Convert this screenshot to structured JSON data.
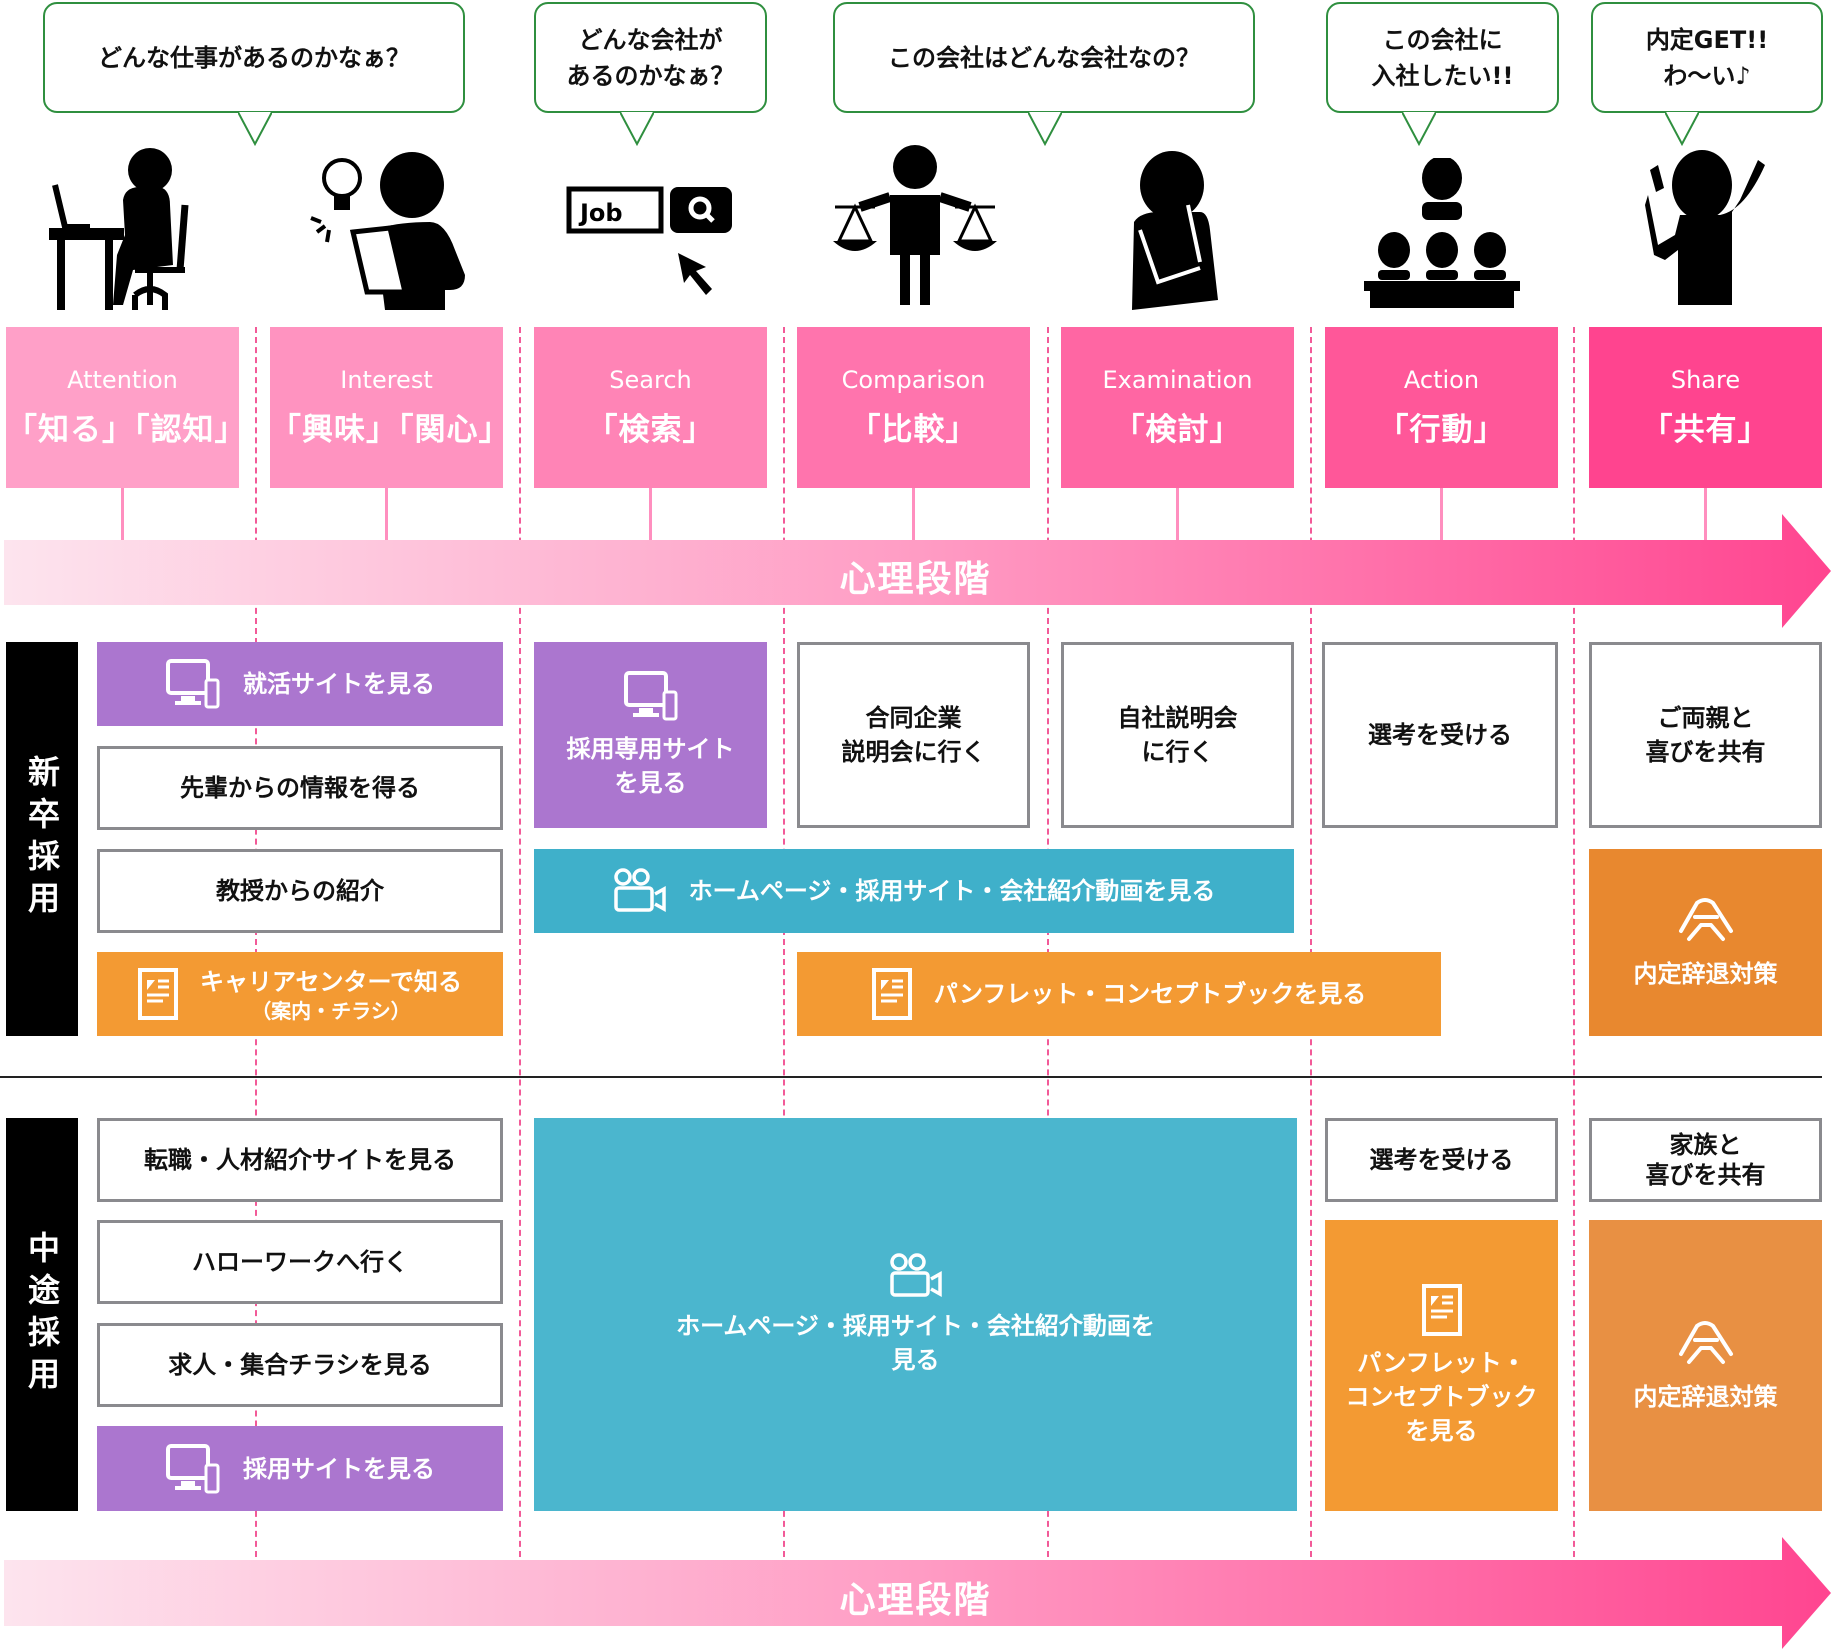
{
  "bubbles": [
    {
      "text": "どんな仕事があるのかなぁ？"
    },
    {
      "text": "どんな会社が\nあるのかなぁ？"
    },
    {
      "text": "この会社はどんな会社なの？"
    },
    {
      "text": "この会社に\n入社したい!!"
    },
    {
      "text": "内定GET!!\nわ〜い♪"
    }
  ],
  "search_icon_text": "Job",
  "stages": [
    {
      "en": "Attention",
      "ja": "「知る」「認知」",
      "color": "#FFA0C8"
    },
    {
      "en": "Interest",
      "ja": "「興味」「関心」",
      "color": "#FF93C0"
    },
    {
      "en": "Search",
      "ja": "「検索」",
      "color": "#FF84B6"
    },
    {
      "en": "Comparison",
      "ja": "「比較」",
      "color": "#FF74AD"
    },
    {
      "en": "Examination",
      "ja": "「検討」",
      "color": "#FF66A3"
    },
    {
      "en": "Action",
      "ja": "「行動」",
      "color": "#FF5799"
    },
    {
      "en": "Share",
      "ja": "「共有」",
      "color": "#FF448F"
    }
  ],
  "arrow_label": "心理段階",
  "new_grad": {
    "label": "新卒採用",
    "items": {
      "job_site": "就活サイトを見る",
      "senpai": "先輩からの情報を得る",
      "professor": "教授からの紹介",
      "career_center": "キャリアセンターで知る",
      "career_center_sub": "（案内・チラシ）",
      "recruit_site": "採用専用サイト\nを見る",
      "joint_seminar": "合同企業\n説明会に行く",
      "own_seminar": "自社説明会\nに行く",
      "selection": "選考を受ける",
      "share_parents": "ご両親と\n喜びを共有",
      "homepage": "ホームページ・採用サイト・会社紹介動画を見る",
      "pamphlet": "パンフレット・コンセプトブックを見る",
      "offer_decline": "内定辞退対策"
    }
  },
  "mid_career": {
    "label": "中途採用",
    "items": {
      "agency_site": "転職・人材紹介サイトを見る",
      "hello_work": "ハローワークへ行く",
      "flyer": "求人・集合チラシを見る",
      "recruit_site": "採用サイトを見る",
      "homepage": "ホームページ・採用サイト・会社紹介動画を\n見る",
      "selection": "選考を受ける",
      "pamphlet": "パンフレット・\nコンセプトブック\nを見る",
      "share_family": "家族と\n喜びを共有",
      "offer_decline": "内定辞退対策"
    }
  }
}
